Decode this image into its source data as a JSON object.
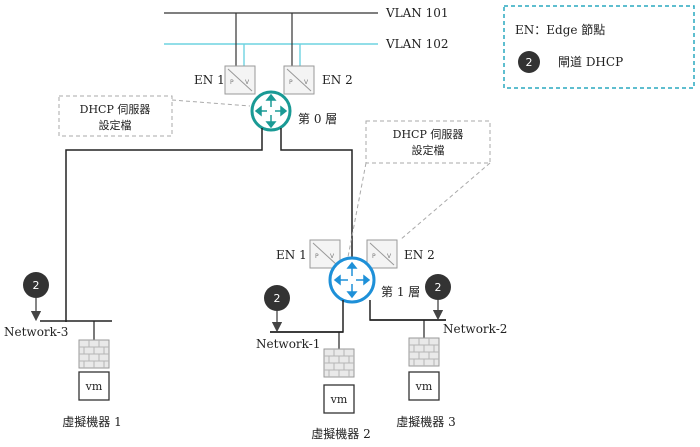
{
  "vlans": {
    "vlan101": "VLAN 101",
    "vlan102": "VLAN 102"
  },
  "legend": {
    "en_text": "EN：Edge  節點",
    "badge_number": "2",
    "dhcp_text": "閘道 DHCP"
  },
  "tier0": {
    "en1": "EN 1",
    "en2": "EN 2",
    "label": "第 0 層",
    "config_line1": "DHCP  伺服器",
    "config_line2": "設定檔"
  },
  "tier1": {
    "en1": "EN 1",
    "en2": "EN 2",
    "label": "第 1 層",
    "config_line1": "DHCP  伺服器",
    "config_line2": "設定檔"
  },
  "networks": {
    "net1": "Network-1",
    "net2": "Network-2",
    "net3": "Network-3"
  },
  "badges": {
    "value": "2"
  },
  "vm": {
    "label": "vm",
    "vm1": "虛擬機器 1",
    "vm2": "虛擬機器 2",
    "vm3": "虛擬機器 3"
  },
  "colors": {
    "teal": "#1a9a95",
    "cyan": "#6fd3e0",
    "blue": "#1e90d8",
    "dark": "#333333",
    "gray": "#9a9a9a"
  }
}
